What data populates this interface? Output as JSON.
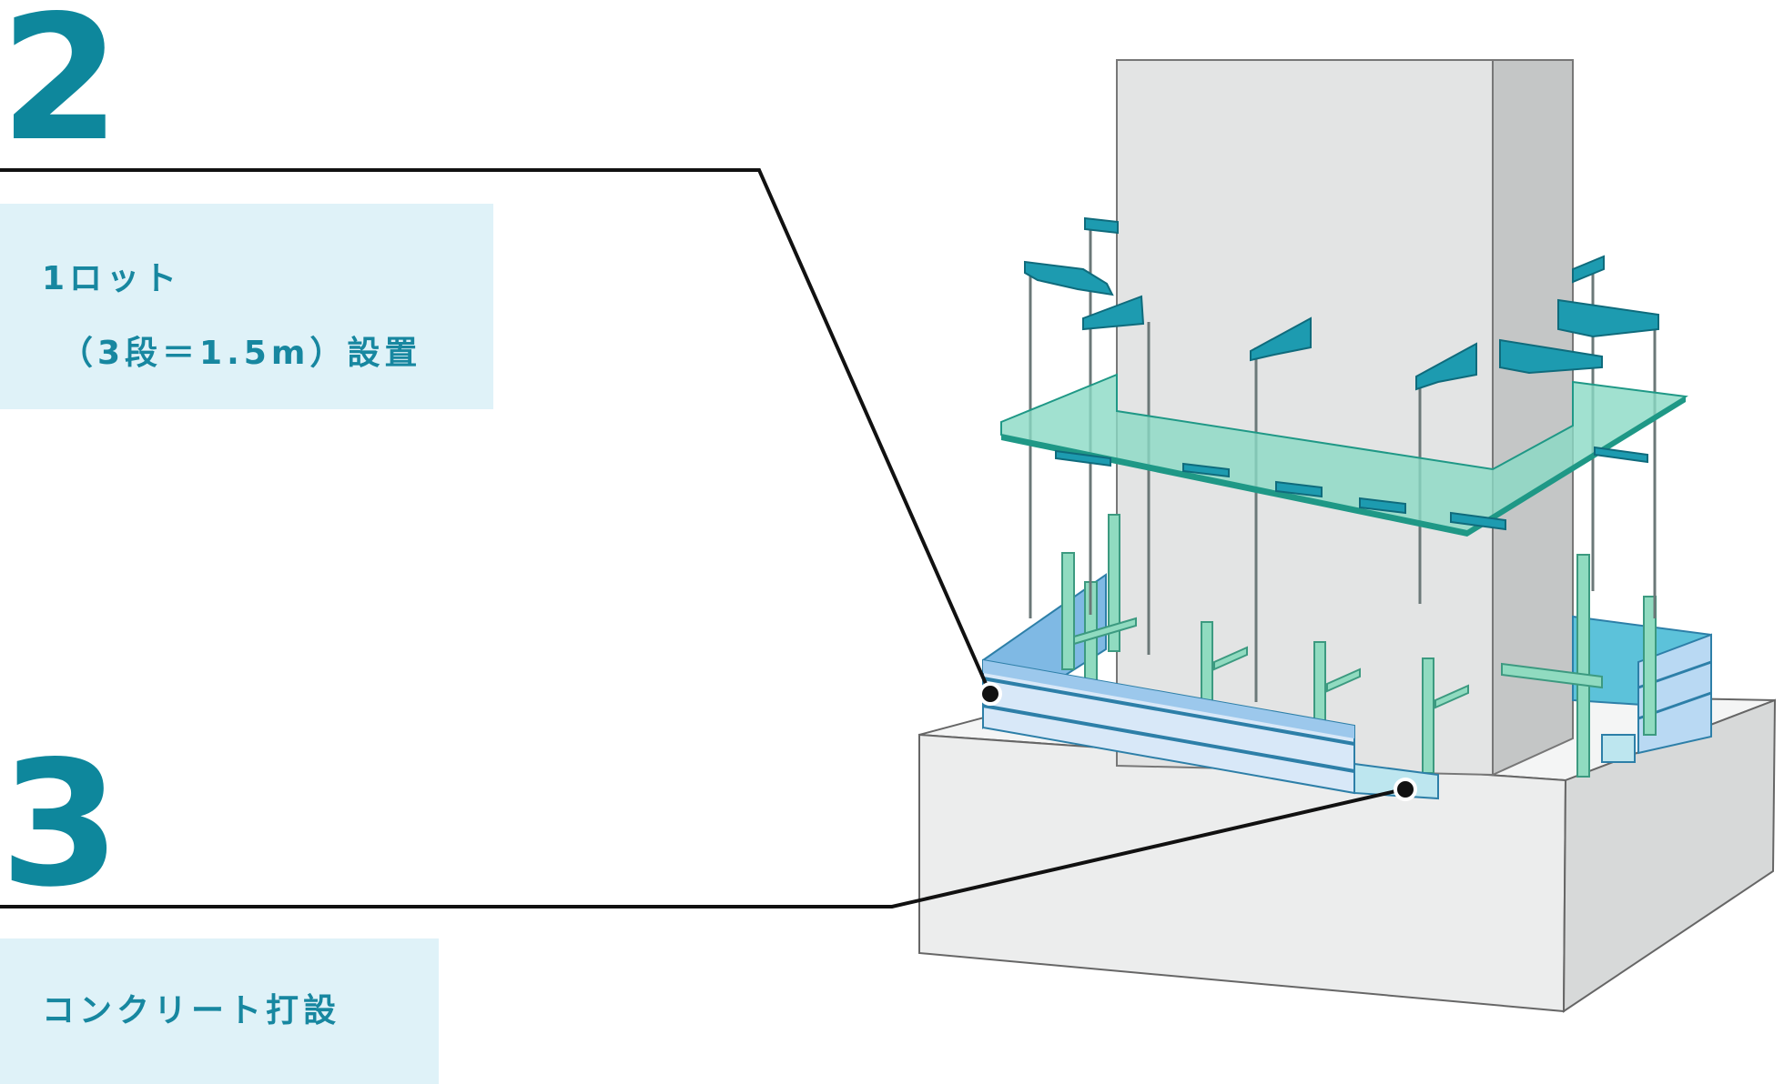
{
  "steps": [
    {
      "number": "2",
      "lines": [
        "1ロット",
        "（3段＝1.5m）設置"
      ]
    },
    {
      "number": "3",
      "lines": [
        "コンクリート打設"
      ]
    }
  ],
  "colors": {
    "accent": "#0e879c",
    "box_bg": "#dff2f8",
    "box_text": "#1787a0",
    "frame_teal": "#1d9bb0",
    "platform": "#7fd5c3",
    "formwork": "#8fc3ea",
    "rebar": "#8fd8be",
    "concrete": "#e9ebeb"
  }
}
